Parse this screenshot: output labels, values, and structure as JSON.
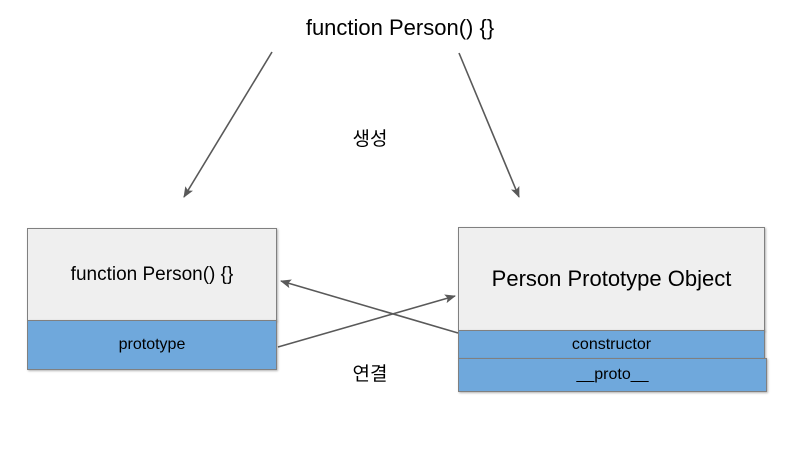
{
  "diagram": {
    "title": "function Person() {}",
    "colors": {
      "header_fill": "#efefef",
      "property_fill": "#6fa8dc",
      "border": "#808080",
      "arrow": "#595959",
      "text": "#000000",
      "background": "#ffffff"
    },
    "edges": [
      {
        "name": "create-left",
        "label": "생성",
        "from": "function Person() {}",
        "to": "function Person() {}"
      },
      {
        "name": "create-right",
        "label": "생성",
        "from": "function Person() {}",
        "to": "Person Prototype Object"
      },
      {
        "name": "link",
        "label": "연결",
        "from": "prototype",
        "to": "Person Prototype Object"
      }
    ],
    "edge_labels": {
      "creation": "생성",
      "link": "연결"
    },
    "nodes": [
      {
        "name": "function-person-node",
        "header": "function Person() {}",
        "rows": [
          "prototype"
        ]
      },
      {
        "name": "person-prototype-object-node",
        "header": "Person Prototype Object",
        "rows": [
          "constructor",
          "__proto__"
        ]
      }
    ]
  }
}
